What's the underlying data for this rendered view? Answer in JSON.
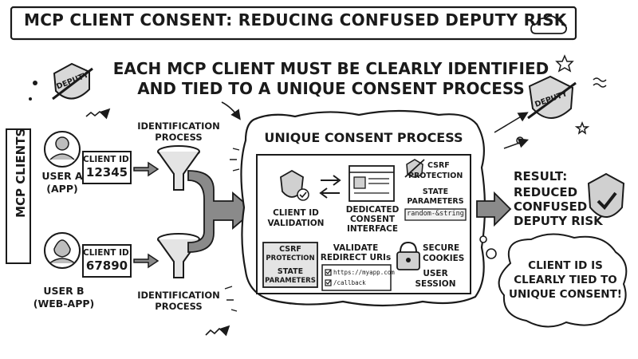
{
  "title": "MCP CLIENT CONSENT: REDUCING CONFUSED DEPUTY RISK",
  "headline": {
    "line1": "EACH MCP CLIENT MUST BE CLEARLY IDENTIFIED",
    "line2": "AND TIED TO A UNIQUE CONSENT PROCESS"
  },
  "clients_label": "MCP CLIENTS",
  "user_a": {
    "name": "USER A",
    "kind": "(APP)",
    "client_id_label": "CLIENT ID:",
    "client_id": "12345"
  },
  "user_b": {
    "name": "USER B",
    "kind": "(WEB-APP)",
    "client_id_label": "CLIENT ID:",
    "client_id": "67890"
  },
  "identification": {
    "top_line1": "IDENTIFICATION",
    "top_line2": "PROCESS",
    "bottom_line1": "IDENTIFICATION",
    "bottom_line2": "PROCESS"
  },
  "deputy_badge": "DEPUTY",
  "consent": {
    "title": "UNIQUE CONSENT PROCESS",
    "client_id_validation_1": "CLIENT ID",
    "client_id_validation_2": "VALIDATION",
    "dedicated_1": "DEDICATED",
    "dedicated_2": "CONSENT",
    "dedicated_3": "INTERFACE",
    "csrf_top_1": "CSRF",
    "csrf_top_2": "PROTECTION",
    "state_top_1": "STATE",
    "state_top_2": "PARAMETERS",
    "state_value": "random-&string",
    "csrf_box_1": "CSRF",
    "csrf_box_2": "PROTECTION",
    "csrf_box_3": "STATE",
    "csrf_box_4": "PARAMETERS",
    "validate_1": "VALIDATE",
    "validate_2": "REDIRECT URIs",
    "uri_1": "https://myapp.com",
    "uri_2": "/callback",
    "secure_1": "SECURE",
    "secure_2": "COOKIES",
    "session_1": "USER",
    "session_2": "SESSION"
  },
  "result": {
    "line1": "RESULT:",
    "line2": "REDUCED",
    "line3": "CONFUSED",
    "line4": "DEPUTY RISK"
  },
  "bubble": {
    "line1": "CLIENT ID IS",
    "line2": "CLEARLY TIED TO",
    "line3": "UNIQUE CONSENT!"
  },
  "colors": {
    "ink": "#1a1a1a",
    "fill_gray": "#e4e4e4",
    "arrow_gray": "#8a8a8a",
    "paper": "#ffffff"
  },
  "icons": [
    "cloud-icon",
    "badge-icon",
    "user-icon",
    "funnel-icon",
    "shield-check-icon",
    "lock-icon",
    "hook-icon",
    "star-icon"
  ]
}
